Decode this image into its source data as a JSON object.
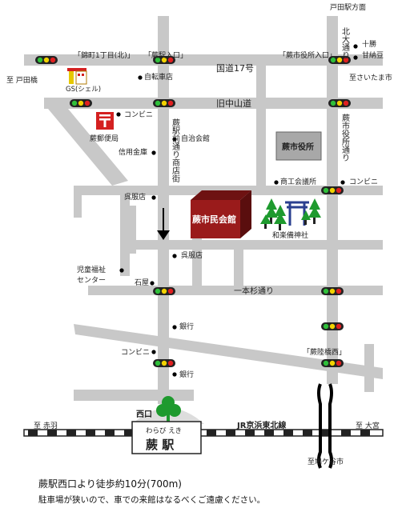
{
  "direction": {
    "toda_station": "戸田駅方面"
  },
  "roads": {
    "route17": "国道17号",
    "old_nakasendo": "旧中山道",
    "kita_odori": "北大通り",
    "ekimae_dori": "蕨駅前通り商店街",
    "shiyakusho_dori": "蕨市役所通り",
    "ipponsugi": "一本杉通り"
  },
  "signals": {
    "nishikicho": "「錦町1丁目(北)」",
    "warabi_iriguchi": "「蕨駅入口」",
    "shiyakusho_iriguchi": "「蕨市役所入口」",
    "warabi_rikkyo_nishi": "「蕨陸橋西」"
  },
  "labels": {
    "to_todabashi": "至 戸田橋",
    "to_saitama": "至さいたま市",
    "to_akabane": "至 赤羽",
    "to_omiya": "至 大宮",
    "to_hatogaya": "至鳩ケ谷市",
    "gs_shell": "GS(シェル)",
    "post_office": "蕨郵便局",
    "bicycle_shop": "自転車店",
    "convenience_1": "コンビニ",
    "jichikai": "自治会館",
    "shinyo_kinko": "信用金庫",
    "gofukuten_1": "呉服店",
    "gofukuten_2": "呉服店",
    "jido_fukushi": "児童福祉\nセンター",
    "ishiya": "石屋",
    "bank_1": "銀行",
    "convenience_2": "コンビニ",
    "bank_2": "銀行",
    "juppo": "十勝",
    "amanatto": "甘納豆",
    "shoko_kaigisho": "商工会議所",
    "convenience_3": "コンビニ",
    "wawarabi_jinja": "和楽備神社",
    "nishiguchi": "西口",
    "jr_line": "JR京浜東北線"
  },
  "buildings": {
    "city_hall": "蕨市役所",
    "community_hall": "蕨市民会館"
  },
  "station": {
    "furigana": "わらび えき",
    "name": "蕨 駅"
  },
  "footer": {
    "access": "蕨駅西口より徒歩約10分(700m)",
    "parking": "駐車場が狭いので、車での来館はなるべくご遠慮ください。"
  },
  "colors": {
    "road": "#c8c8c8",
    "hall": "#9a1b1b",
    "city_hall": "#a8a8a8",
    "tree": "#1e9a2e",
    "shrine": "#2a3f8f",
    "post": "#d42020"
  }
}
